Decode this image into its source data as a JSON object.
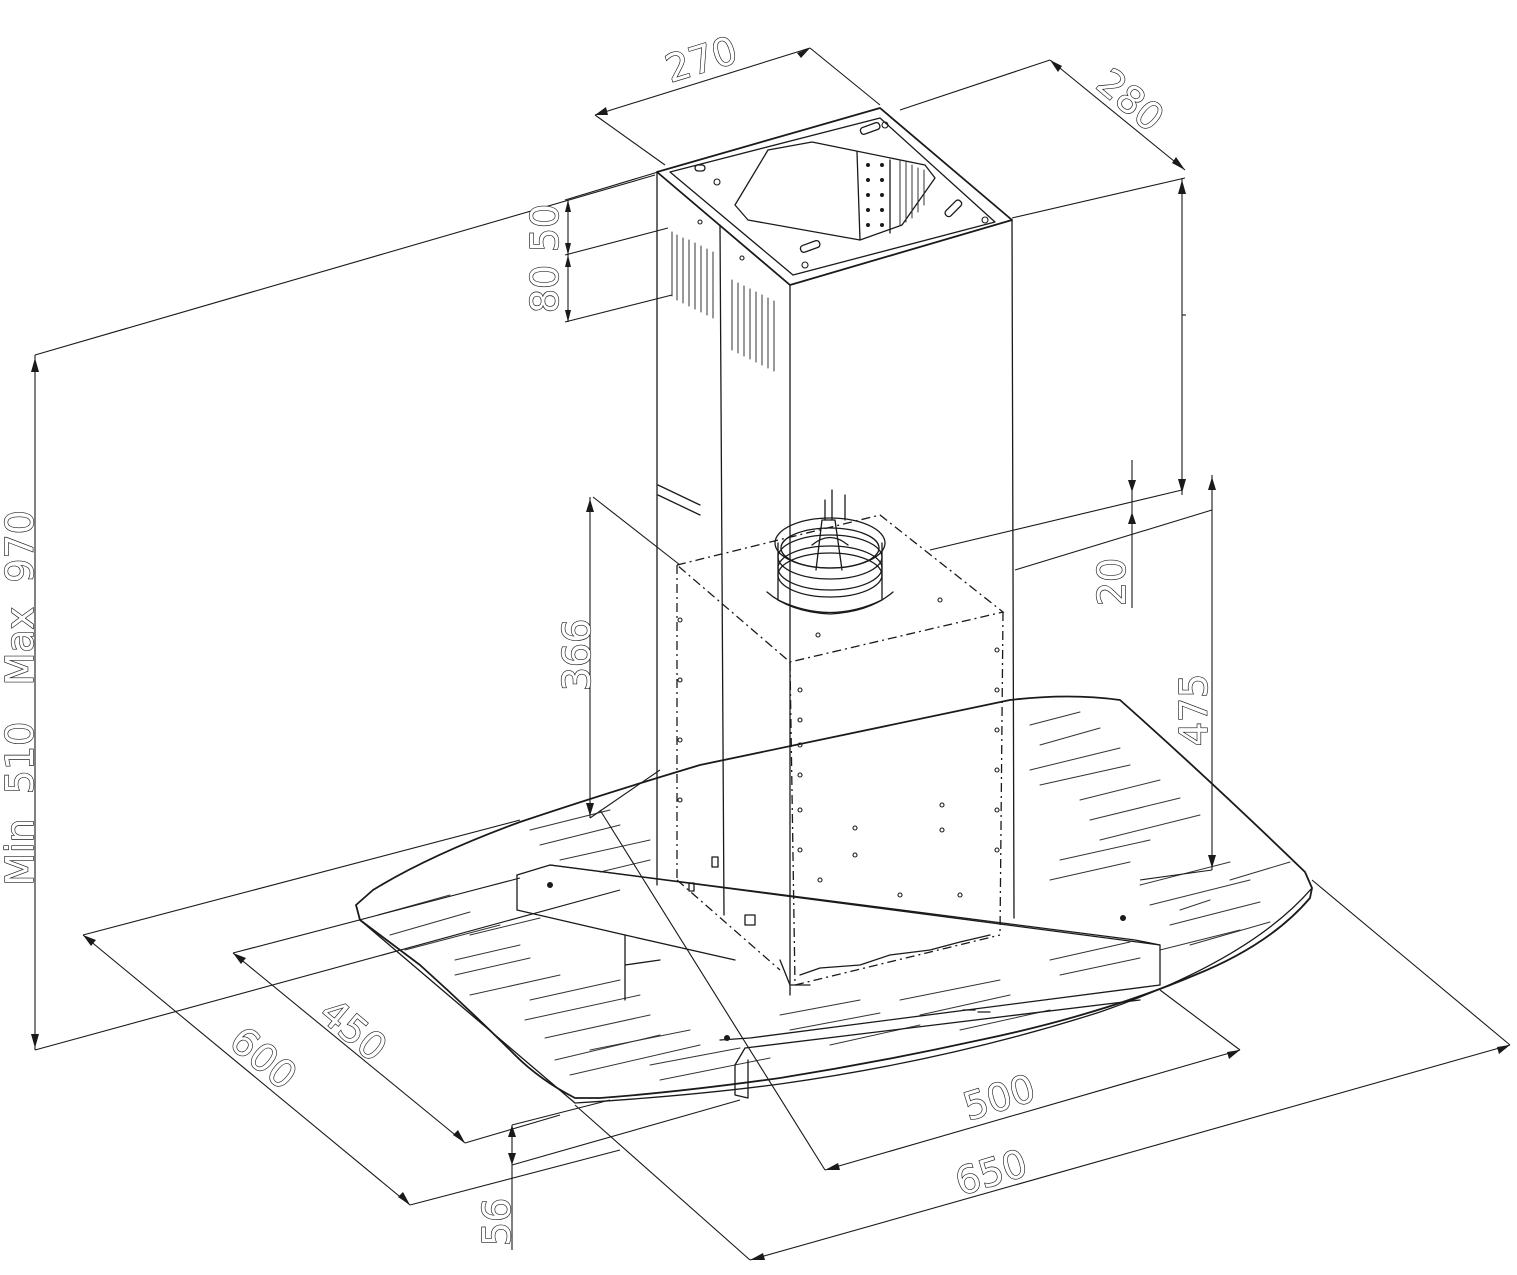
{
  "dimensions": {
    "chimney_width": "270",
    "chimney_depth": "280",
    "vent_gap": "50",
    "vent_height": "80",
    "overall_height": "Min  510   Max  970",
    "motor_height": "366",
    "chimney_overlap": "20",
    "hood_height": "475",
    "canopy_depth_inner": "450",
    "canopy_depth": "600",
    "canopy_width_inner": "500",
    "canopy_width": "650",
    "glass_thickness": "56"
  }
}
